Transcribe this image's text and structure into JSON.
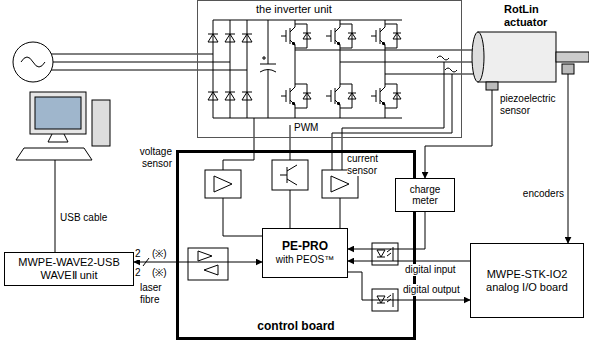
{
  "diagram": {
    "nodes": [
      {
        "text": [
          "the inverter unit"
        ]
      },
      {
        "text": [
          "control board"
        ]
      },
      {
        "text": [
          "PE-PRO",
          "with PEOS™"
        ],
        "in": 1
      },
      {
        "text": [
          "charge meter"
        ]
      },
      {
        "text": [
          "MWPE-WAVE2-USB WAVEⅡ unit"
        ]
      },
      {
        "text": [
          "MWPE-STK-IO2 analog I/O board"
        ]
      },
      {
        "text": [
          "RotLin actuator"
        ]
      }
    ],
    "edges": [
      {
        "from": 6,
        "to": 3,
        "arrow": "to"
      },
      {
        "from": 6,
        "to": 5,
        "arrow": "to"
      },
      {
        "from": 3,
        "to": 2,
        "arrow": "to"
      },
      {
        "from": 5,
        "to": 2,
        "arrow": "to"
      },
      {
        "from": 2,
        "to": 5,
        "arrow": "to"
      },
      {
        "from": 4,
        "to": 2,
        "arrow": "both"
      }
    ],
    "labels": [
      "voltage sensor",
      "PWM",
      "current sensor",
      "USB cable",
      "2",
      "(※)",
      "2",
      "(※)",
      "laser fibre",
      "piezoelectric sensor",
      "encoders",
      "digital input",
      "digital output"
    ]
  }
}
